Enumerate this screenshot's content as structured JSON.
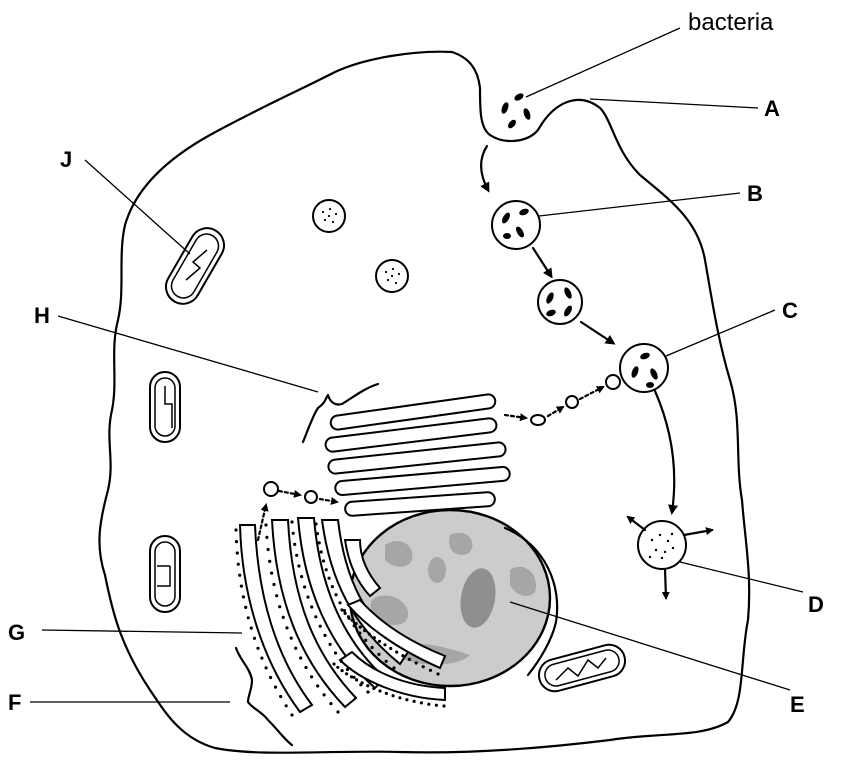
{
  "labels": {
    "bacteria": "bacteria",
    "A": "A",
    "B": "B",
    "C": "C",
    "D": "D",
    "E": "E",
    "F": "F",
    "G": "G",
    "H": "H",
    "J": "J"
  },
  "colors": {
    "outline": "#000000",
    "nucleus_fill": "#cccccc",
    "nucleus_dark": "#a6a6a6",
    "background": "#ffffff"
  }
}
